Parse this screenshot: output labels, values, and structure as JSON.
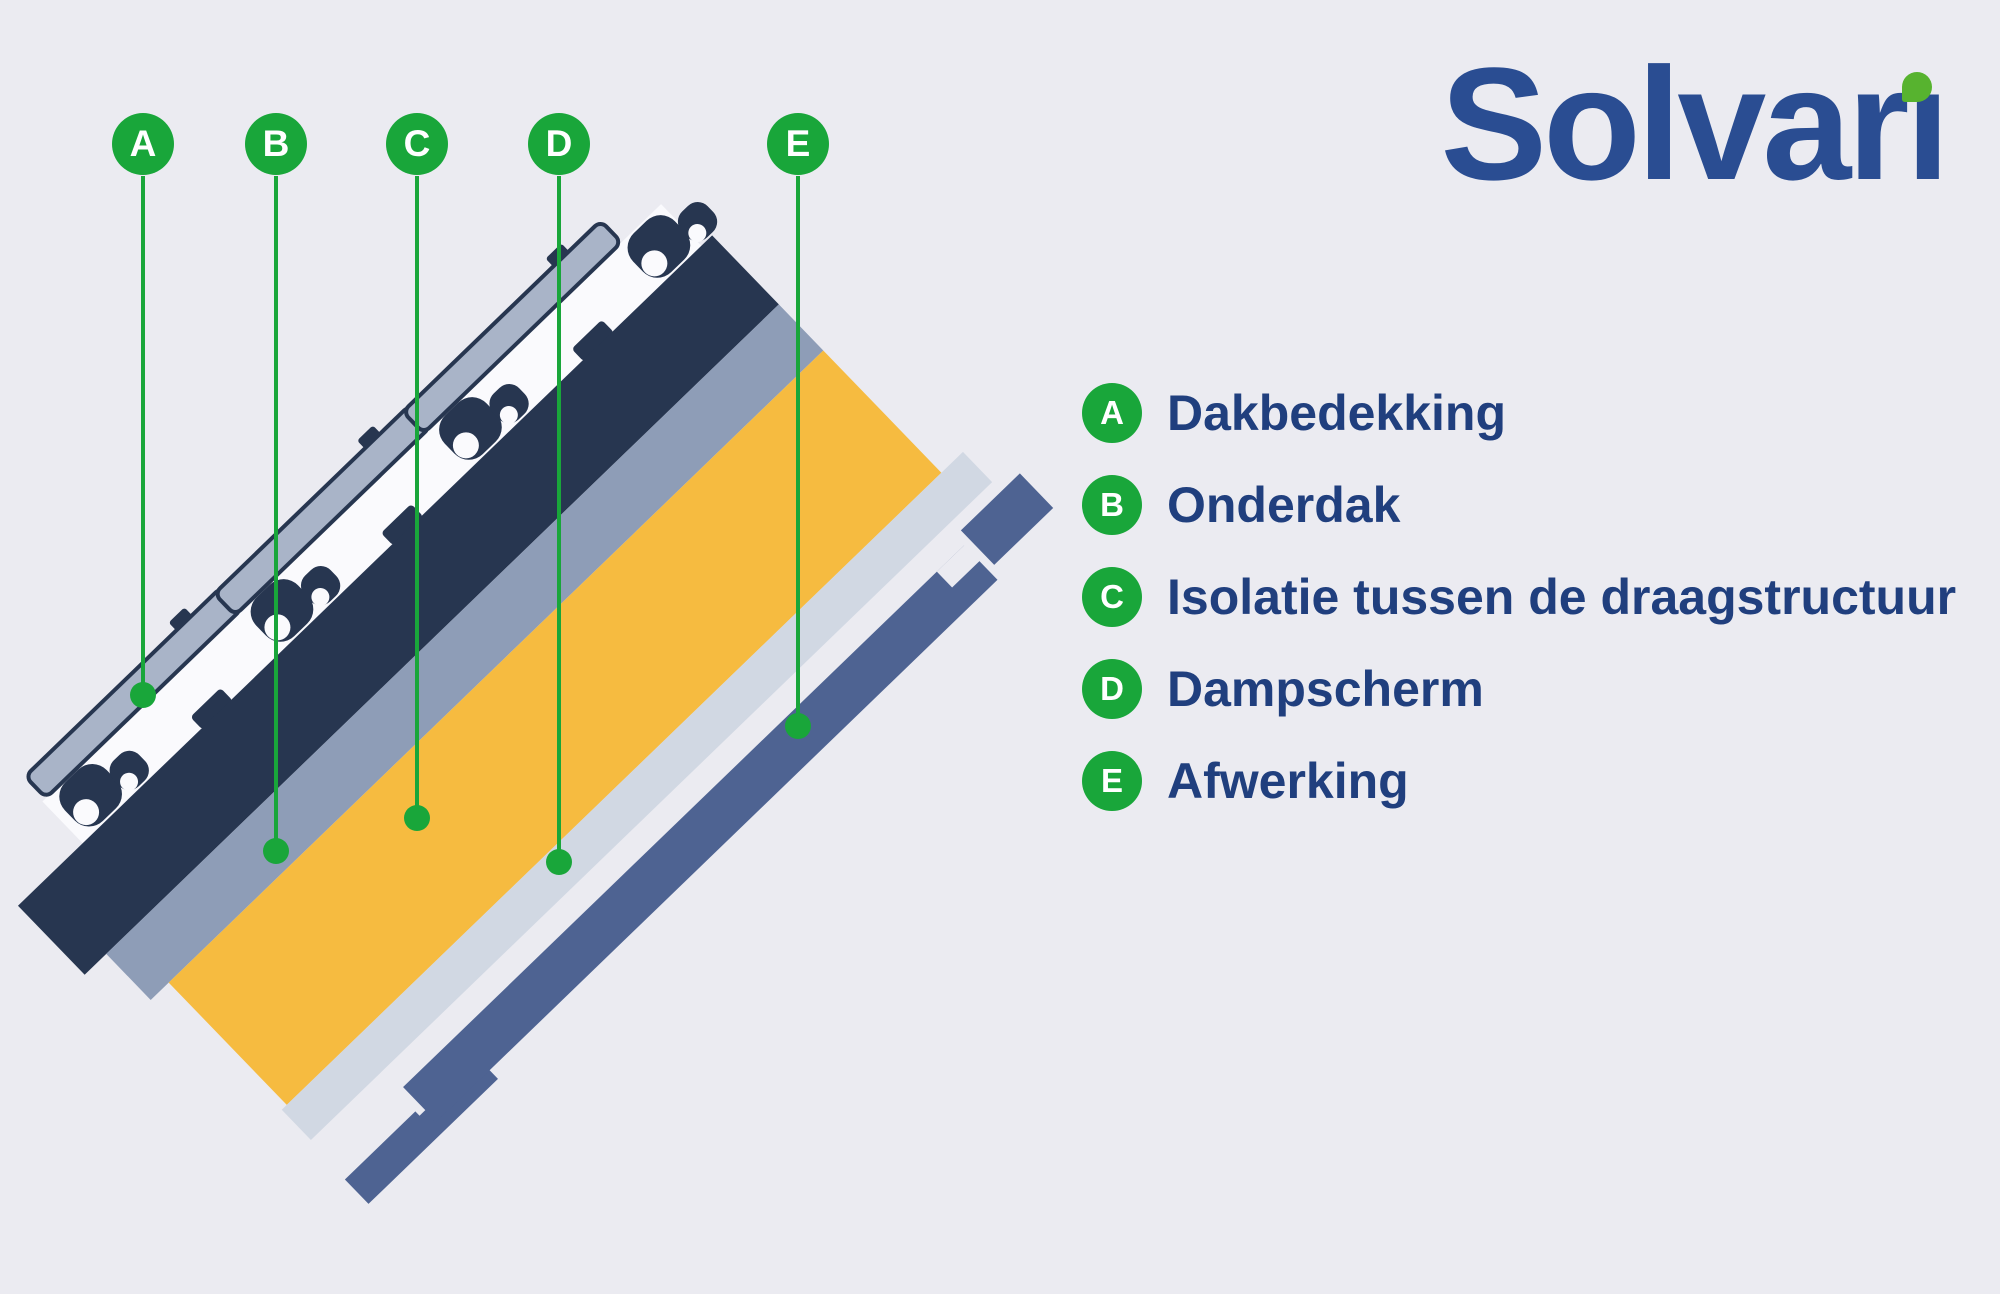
{
  "page": {
    "background_color": "#ebebf1"
  },
  "logo": {
    "brand": "Solvari",
    "display_text": "Solvarı",
    "text_color": "#2a4d92",
    "leaf_color": "#57b32f"
  },
  "markers": [
    {
      "letter": "A"
    },
    {
      "letter": "B"
    },
    {
      "letter": "C"
    },
    {
      "letter": "D"
    },
    {
      "letter": "E"
    }
  ],
  "legend": {
    "items": [
      {
        "letter": "A",
        "label": "Dakbedekking"
      },
      {
        "letter": "B",
        "label": "Onderdak"
      },
      {
        "letter": "C",
        "label": "Isolatie tussen de draagstructuur"
      },
      {
        "letter": "D",
        "label": "Dampscherm"
      },
      {
        "letter": "E",
        "label": "Afwerking"
      }
    ],
    "text_color": "#203f7e",
    "bullet_color": "#19a63a"
  },
  "diagram": {
    "type": "roof-construction-cross-section",
    "marker_color": "#19a63a",
    "layers": [
      {
        "name": "dakbedekking-pannen",
        "color": "#a9b4c8"
      },
      {
        "name": "pannen-onderkant",
        "color": "#fafafd"
      },
      {
        "name": "dakbeschot-donker",
        "color": "#273650"
      },
      {
        "name": "onderdak",
        "color": "#8e9db7"
      },
      {
        "name": "isolatie",
        "color": "#f6bb40"
      },
      {
        "name": "dampscherm",
        "color": "#d1d8e3"
      },
      {
        "name": "afwerking-planken",
        "color": "#4e6392"
      }
    ]
  }
}
